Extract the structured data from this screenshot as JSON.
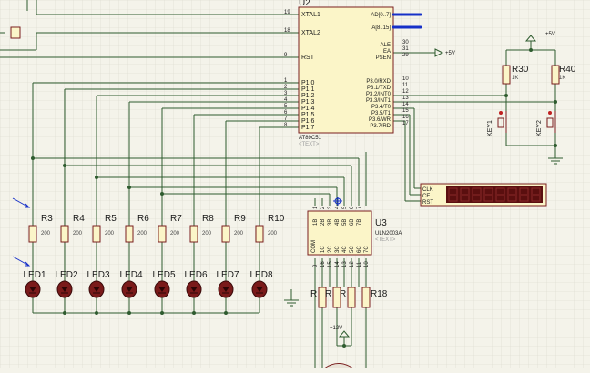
{
  "colors": {
    "wire": "#2e5b2e",
    "body": "#fbf5c8",
    "outline": "#7a1e1e",
    "led": "#7a1a1a",
    "display": "#5a0f0f",
    "bus": "#1630c8",
    "grid": "#d8d8cc",
    "text": "#1a1a1a"
  },
  "mcu": {
    "ref": "U2",
    "part": "AT89C51",
    "text_tag": "<TEXT>",
    "left_pins": [
      {
        "num": "19",
        "name": "XTAL1"
      },
      {
        "num": "18",
        "name": "XTAL2"
      },
      {
        "num": "9",
        "name": "RST"
      },
      {
        "num": "1",
        "name": "P1.0"
      },
      {
        "num": "2",
        "name": "P1.1"
      },
      {
        "num": "3",
        "name": "P1.2"
      },
      {
        "num": "4",
        "name": "P1.3"
      },
      {
        "num": "5",
        "name": "P1.4"
      },
      {
        "num": "6",
        "name": "P1.5"
      },
      {
        "num": "7",
        "name": "P1.6"
      },
      {
        "num": "8",
        "name": "P1.7"
      }
    ],
    "right_pins": [
      {
        "num": "",
        "name": "AD[0..7]"
      },
      {
        "num": "",
        "name": "A[8..15]"
      },
      {
        "num": "30",
        "name": "ALE"
      },
      {
        "num": "31",
        "name": "EA"
      },
      {
        "num": "29",
        "name": "PSEN"
      },
      {
        "num": "10",
        "name": "P3.0/RXD"
      },
      {
        "num": "11",
        "name": "P3.1/TXD"
      },
      {
        "num": "12",
        "name": "P3.2/INT0"
      },
      {
        "num": "13",
        "name": "P3.3/INT1"
      },
      {
        "num": "14",
        "name": "P3.4/T0"
      },
      {
        "num": "15",
        "name": "P3.5/T1"
      },
      {
        "num": "16",
        "name": "P3.6/WR"
      },
      {
        "num": "17",
        "name": "P3.7/RD"
      }
    ]
  },
  "power": {
    "vcc5_top": "+5V",
    "vcc5_ea": "+5V",
    "vcc12": "+12V"
  },
  "pullups": [
    {
      "ref": "R30",
      "value": "1K"
    },
    {
      "ref": "R40",
      "value": "1K"
    }
  ],
  "keys": [
    {
      "ref": "KEY1"
    },
    {
      "ref": "KEY2"
    }
  ],
  "display": {
    "pins": [
      "CLK",
      "CE",
      "RST"
    ]
  },
  "resistors": [
    {
      "ref": "R3",
      "value": "200"
    },
    {
      "ref": "R4",
      "value": "200"
    },
    {
      "ref": "R5",
      "value": "200"
    },
    {
      "ref": "R6",
      "value": "200"
    },
    {
      "ref": "R7",
      "value": "200"
    },
    {
      "ref": "R8",
      "value": "200"
    },
    {
      "ref": "R9",
      "value": "200"
    },
    {
      "ref": "R10",
      "value": "200"
    }
  ],
  "leds": [
    {
      "ref": "LED1"
    },
    {
      "ref": "LED2"
    },
    {
      "ref": "LED3"
    },
    {
      "ref": "LED4"
    },
    {
      "ref": "LED5"
    },
    {
      "ref": "LED6"
    },
    {
      "ref": "LED7"
    },
    {
      "ref": "LED8"
    }
  ],
  "driver": {
    "ref": "U3",
    "part": "ULN2003A",
    "text_tag": "<TEXT>",
    "com": "COM",
    "inputs": [
      "1B",
      "2B",
      "3B",
      "4B",
      "5B",
      "6B",
      "7B"
    ],
    "input_nums": [
      "1",
      "2",
      "3",
      "4",
      "5",
      "6",
      "7"
    ],
    "outputs": [
      "1C",
      "2C",
      "3C",
      "4C",
      "5C",
      "6C",
      "7C"
    ],
    "output_nums": [
      "16",
      "15",
      "14",
      "13",
      "12",
      "11",
      "10"
    ],
    "com_num": "9"
  },
  "bottom_resistors": [
    {
      "ref": "R"
    },
    {
      "ref": "R"
    },
    {
      "ref": "R"
    },
    {
      "ref": "R18"
    }
  ]
}
